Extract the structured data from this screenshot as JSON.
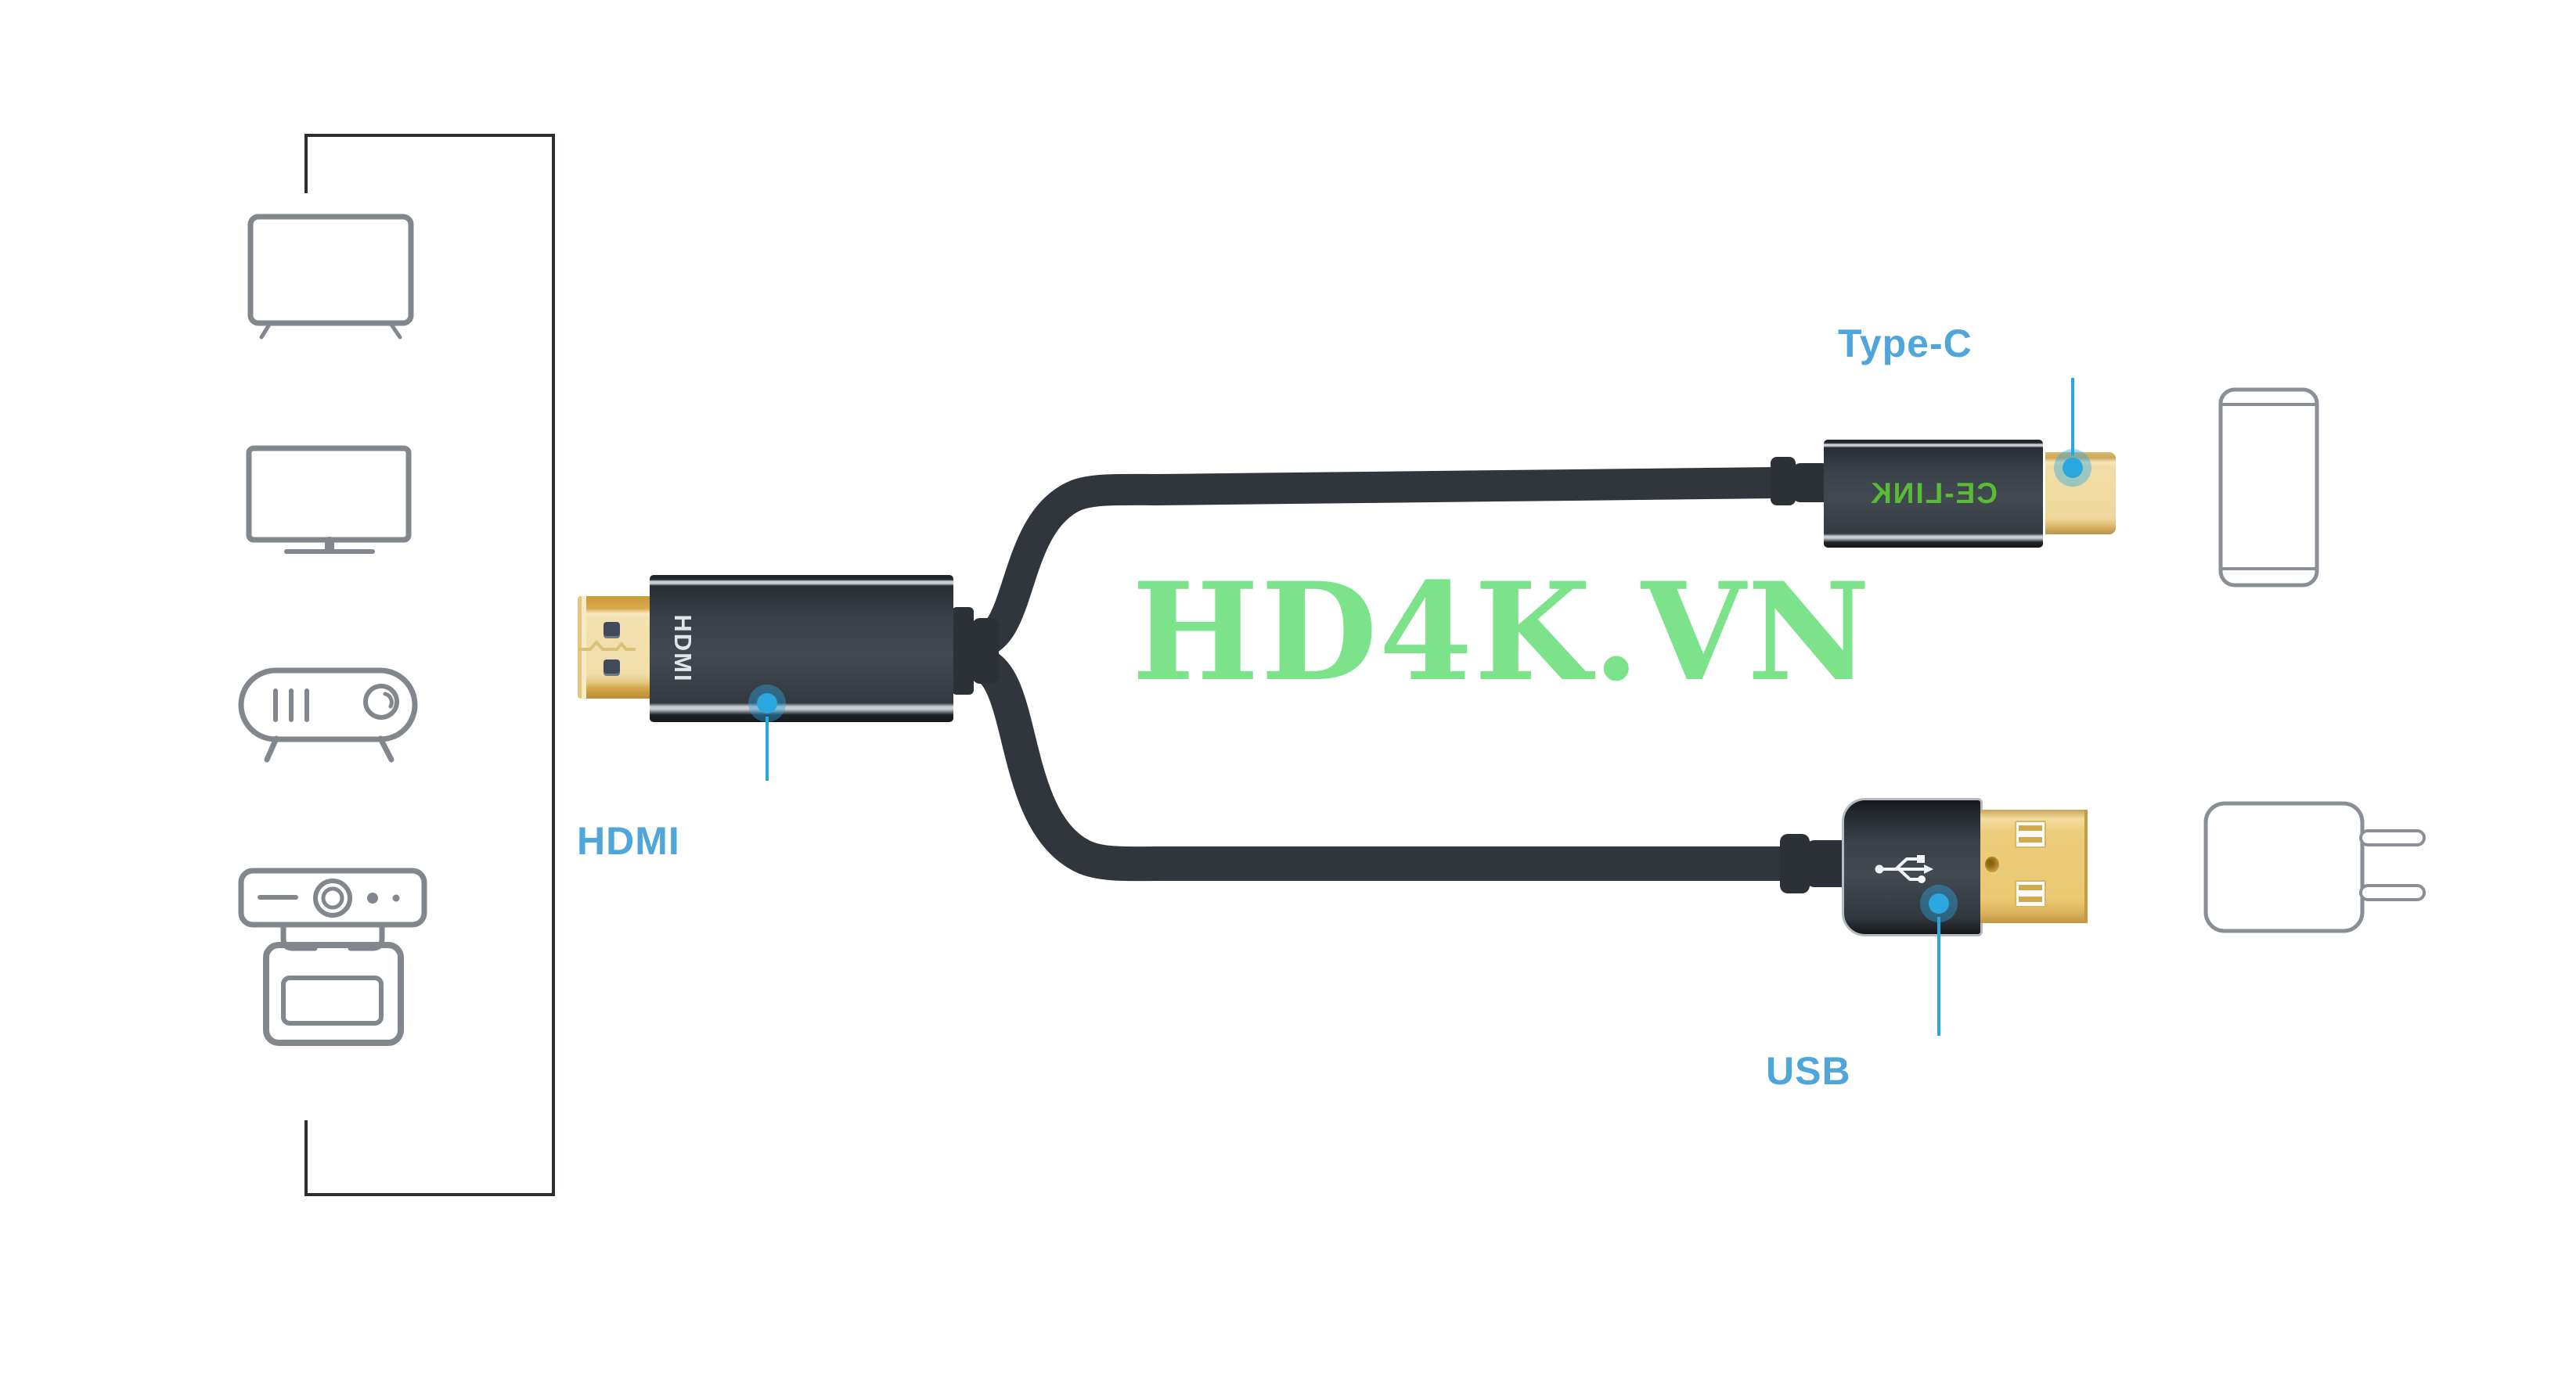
{
  "watermark": {
    "text": "HD4K.VN",
    "color": "#7de38b"
  },
  "cable": {
    "hdmi": {
      "print_label": "HDMI",
      "callout_label": "HDMI"
    },
    "type_c": {
      "brand_print": "CE-LINK",
      "brand_print_mirrored": true,
      "callout_label": "Type-C"
    },
    "usb": {
      "callout_label": "USB"
    }
  },
  "source_devices": [
    {
      "icon": "tv-icon"
    },
    {
      "icon": "monitor-icon"
    },
    {
      "icon": "projector-icon"
    },
    {
      "icon": "webcam-icon"
    }
  ],
  "target_devices": [
    {
      "icon": "smartphone-icon"
    },
    {
      "icon": "wall-charger-icon"
    }
  ],
  "icons": {
    "usb-trident-icon": "usb fork symbol printed in white on the USB plug"
  },
  "colors": {
    "callout_blue": "#2aa7df",
    "label_blue": "#4fa6da",
    "brand_green": "#58bd34",
    "watermark_green": "#7de38b",
    "connector_dark": "#30363c",
    "gold_usb": "#ecca74",
    "gold_hdmi": "#f0ddaa",
    "device_icon_gray": "#82878e",
    "bracket_dark": "#2a2f34"
  }
}
